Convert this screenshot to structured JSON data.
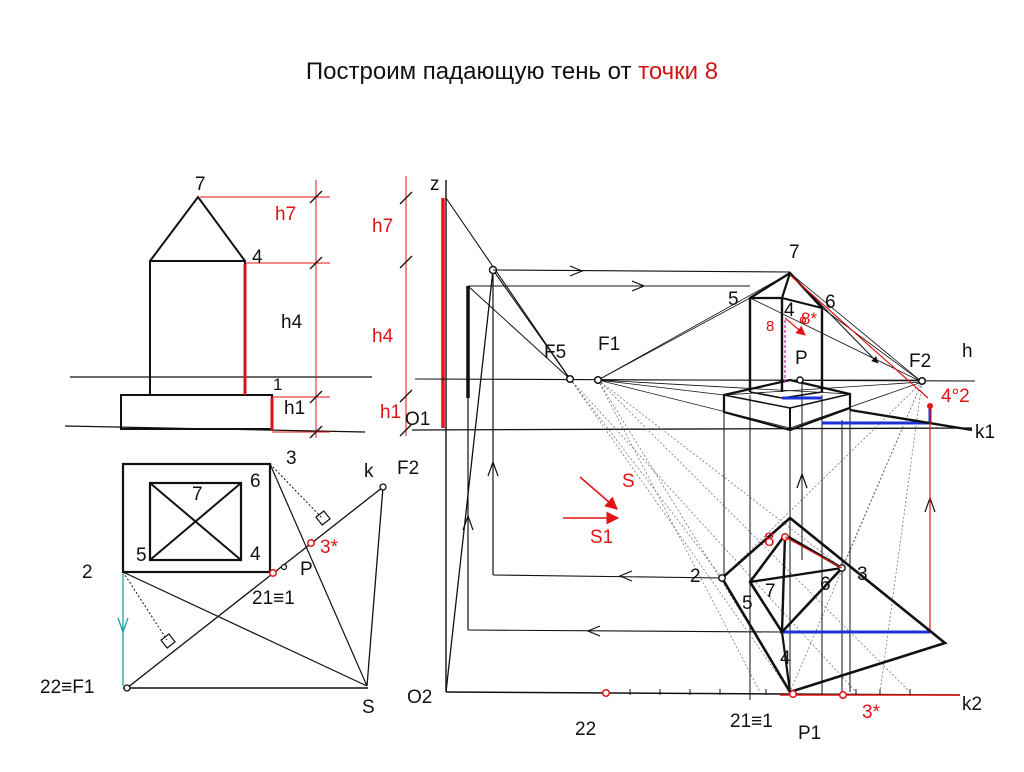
{
  "title": {
    "main": "Построим падающую тень от",
    "highlight": "точки 8"
  },
  "colors": {
    "line": "#111111",
    "accent_red": "#e01414",
    "accent_blue": "#1a33d6",
    "teal": "#1aa0a0",
    "thin": "#333333"
  },
  "labels": {
    "l7": "7",
    "l4": "4",
    "l1": "1",
    "h7": "h7",
    "h4": "h4",
    "h1": "h1",
    "p3": "3",
    "k": "k",
    "F2": "F2",
    "p6": "6",
    "p5": "5",
    "p2": "2",
    "P": "P",
    "s3": "3*",
    "v21": "21≡1",
    "v22F1": "22≡F1",
    "S": "S",
    "z": "z",
    "O1": "O1",
    "O2": "O2",
    "F5": "F5",
    "F1": "F1",
    "r7": "7",
    "r5": "5",
    "r4": "4",
    "r6": "6",
    "r8": "8",
    "r8s": "8*",
    "rP": "P",
    "rF2": "F2",
    "h": "h",
    "r4o2": "4°2",
    "k1": "k1",
    "S_dir": "S",
    "S1_dir": "S1",
    "b8": "8",
    "b2": "2",
    "b5": "5",
    "b7": "7",
    "b6": "6",
    "b3": "3",
    "b4": "4",
    "k2": "k2",
    "p22": "22",
    "b21": "21≡1",
    "bs3": "3*",
    "P1": "P1"
  }
}
